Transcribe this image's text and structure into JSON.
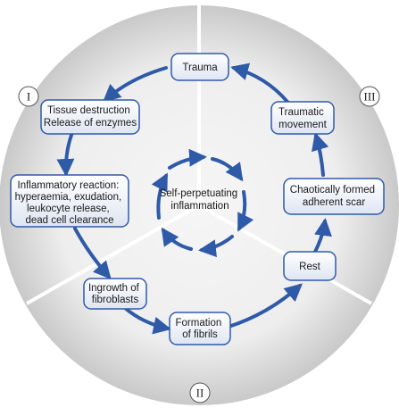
{
  "nodes": {
    "trauma": [
      "Trauma"
    ],
    "tissue": [
      "Tissue destruction",
      "Release of enzymes"
    ],
    "inflammatory": [
      "Inflammatory reaction:",
      "hyperaemia, exudation,",
      "leukocyte release,",
      "dead cell clearance"
    ],
    "ingrowth": [
      "Ingrowth of",
      "fibroblasts"
    ],
    "fibrils": [
      "Formation",
      "of fibrils"
    ],
    "rest": [
      "Rest"
    ],
    "scar": [
      "Chaotically formed",
      "adherent scar"
    ],
    "movement": [
      "Traumatic",
      "movement"
    ]
  },
  "center": [
    "Self-perpetuating",
    "inflammation"
  ],
  "sectors": {
    "one": "I",
    "two": "II",
    "three": "III"
  },
  "colors": {
    "arrow": "#2f5aa8",
    "disc_outer": "#cfcfcf",
    "disc_inner": "#f3f3f3",
    "box_fill": "#eef2f8",
    "box_stroke": "#2f5aa8"
  }
}
